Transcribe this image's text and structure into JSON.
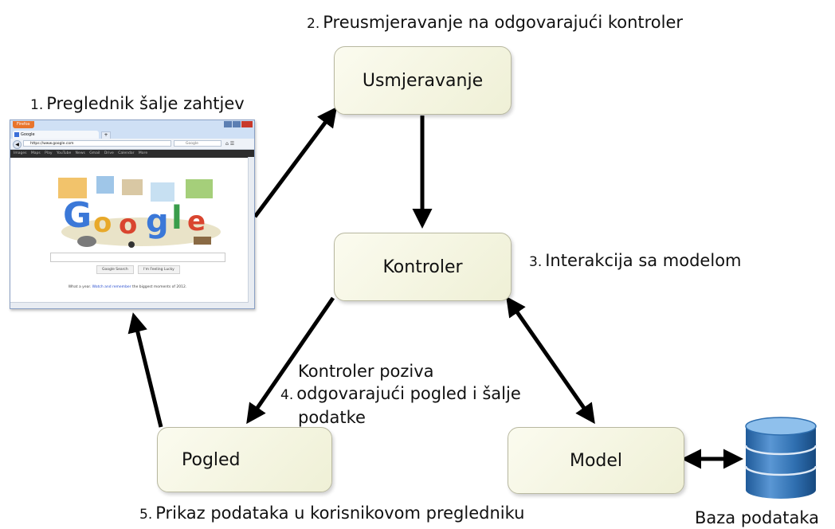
{
  "nodes": {
    "routing": "Usmjeravanje",
    "controller": "Kontroler",
    "view": "Pogled",
    "model": "Model"
  },
  "steps": {
    "s1": {
      "num": "1.",
      "text": "Preglednik šalje zahtjev"
    },
    "s2": {
      "num": "2.",
      "text": "Preusmjeravanje na odgovarajući kontroler"
    },
    "s3": {
      "num": "3.",
      "text": "Interakcija sa modelom"
    },
    "s4": {
      "num": "4.",
      "line1": "Kontroler poziva",
      "line2": "odgovarajući pogled i šalje",
      "line3": "podatke"
    },
    "s5": {
      "num": "5.",
      "text": "Prikaz podataka u korisnikovom pregledniku"
    }
  },
  "database": {
    "label": "Baza podataka",
    "color_top": "#6fa8dc",
    "color_body": "#2f6fb0"
  },
  "browser": {
    "product": "Firefox",
    "tab_title": "Google",
    "url": "https://www.google.com",
    "search_placeholder": "Google",
    "nav_items": "Images Maps Play YouTube News Gmail Drive Calendar More",
    "btn_search": "Google Search",
    "btn_lucky": "I'm Feeling Lucky",
    "footer_text": "What a year.",
    "footer_link": "Watch and remember",
    "footer_tail": "the biggest moments of 2012."
  },
  "colors": {
    "node_fill": "#f4f5e2",
    "arrow": "#000000"
  }
}
